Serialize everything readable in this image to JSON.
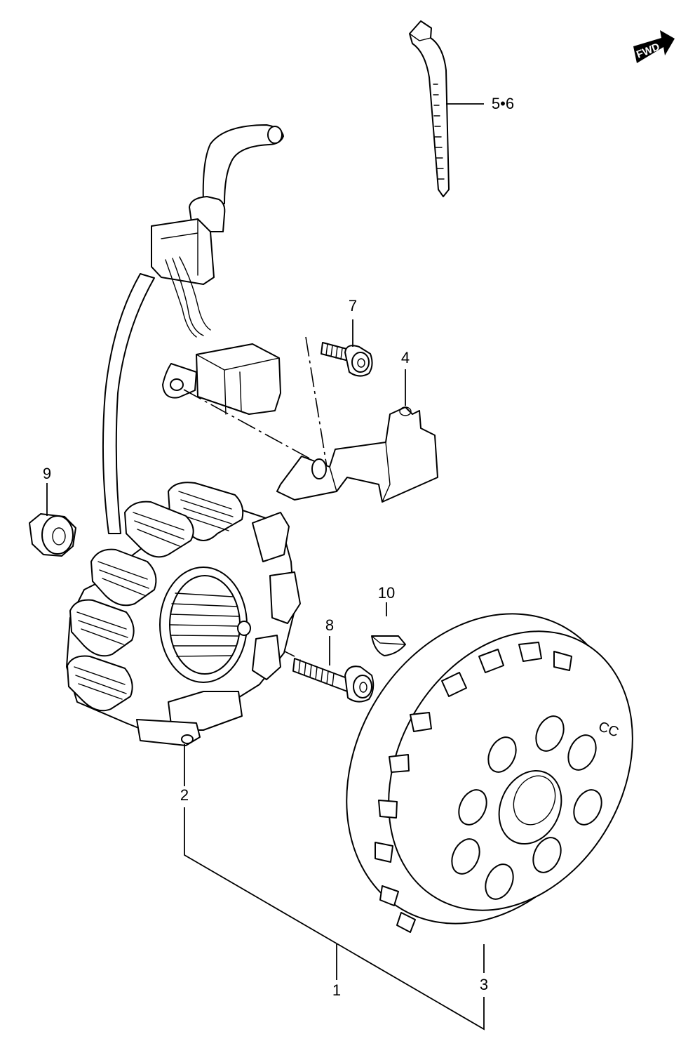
{
  "diagram": {
    "direction_badge": "FWD",
    "rotor_marking": "CC",
    "callouts": {
      "p1": "1",
      "p2": "2",
      "p3": "3",
      "p4": "4",
      "p56": "5•6",
      "p7": "7",
      "p8": "8",
      "p9": "9",
      "p10": "10"
    }
  }
}
